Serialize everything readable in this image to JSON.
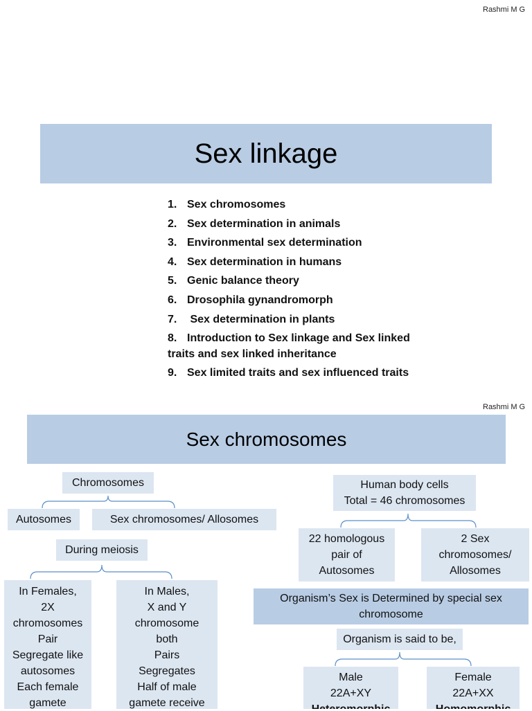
{
  "slide1": {
    "author": "Rashmi M G",
    "title": "Sex linkage",
    "items": [
      {
        "num": "1.",
        "text": "Sex chromosomes"
      },
      {
        "num": "2.",
        "text": "Sex determination in animals"
      },
      {
        "num": "3.",
        "text": "Environmental sex determination"
      },
      {
        "num": "4.",
        "text": "Sex determination in humans"
      },
      {
        "num": "5.",
        "text": "Genic balance theory"
      },
      {
        "num": "6.",
        "text": "Drosophila gynandromorph"
      },
      {
        "num": "7.",
        "text": " Sex determination in plants"
      },
      {
        "num": "8.",
        "text": "Introduction to Sex linkage  and Sex linked",
        "cont": "traits and sex linked inheritance"
      },
      {
        "num": "9.",
        "text": "Sex limited traits and sex influenced traits"
      }
    ]
  },
  "slide2": {
    "author": "Rashmi M G",
    "title": "Sex chromosomes",
    "chromosomes": "Chromosomes",
    "autosomes": "Autosomes",
    "sex_chromosomes": "Sex chromosomes/ Allosomes",
    "during_meiosis": "During meiosis",
    "females": [
      "In Females,",
      "2X",
      "chromosomes",
      "Pair",
      "Segregate like",
      "autosomes",
      "Each female",
      "gamete"
    ],
    "males": [
      "In Males,",
      "X and  Y",
      "chromosome",
      "both",
      "Pairs",
      "Segregates",
      "Half of male",
      "gamete receive"
    ],
    "human_cells": [
      "Human body cells",
      "Total = 46 chromosomes"
    ],
    "homologous": [
      "22 homologous",
      "pair of",
      "Autosomes"
    ],
    "two_sex": [
      "2 Sex",
      "chromosomes/",
      "Allosomes"
    ],
    "determined": [
      "Organism’s Sex is Determined by special sex",
      "chromosome"
    ],
    "said_to_be": "Organism is said to be,",
    "male": [
      "Male",
      "22A+XY",
      "Heteromorphic"
    ],
    "female": [
      "Female",
      "22A+XX",
      "Homomorphic"
    ]
  }
}
